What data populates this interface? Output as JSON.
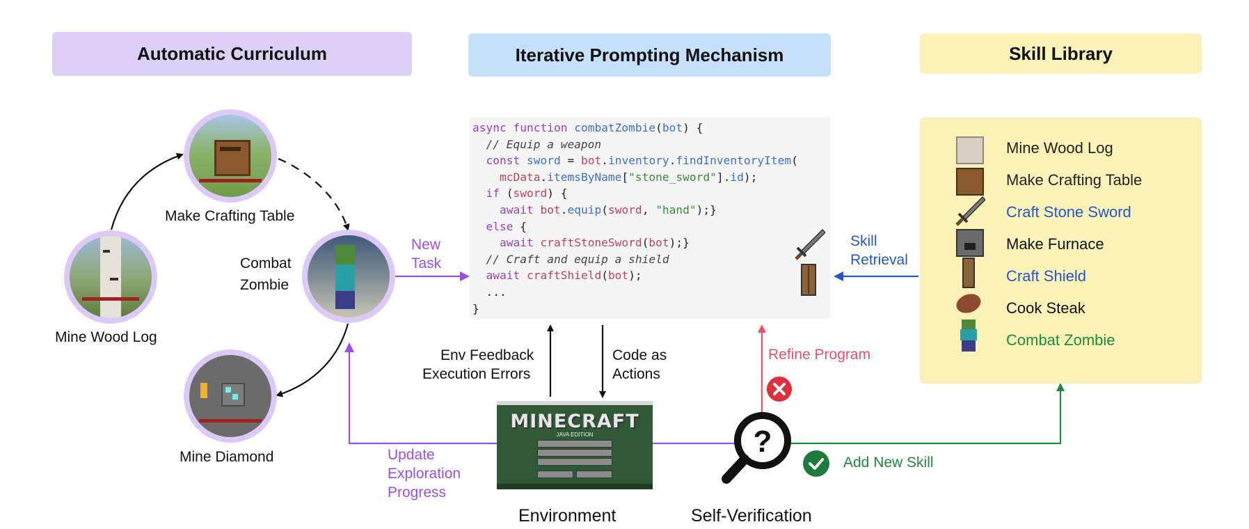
{
  "headers": {
    "curriculum": "Automatic Curriculum",
    "prompting": "Iterative Prompting Mechanism",
    "library": "Skill Library"
  },
  "colors": {
    "curriculum_bg": "#ddd0f7",
    "prompting_bg": "#c4e0fa",
    "library_bg": "#fbf2b8",
    "purple_arrow": "#9b4dea",
    "blue_text": "#2457c9",
    "red_text": "#e8506a",
    "green_text": "#1e8a3c"
  },
  "curriculum": {
    "mine_wood_log": "Mine Wood Log",
    "make_crafting_table": "Make Crafting Table",
    "combat_zombie_line1": "Combat",
    "combat_zombie_line2": "Zombie",
    "mine_diamond": "Mine Diamond"
  },
  "code_lines": [
    "async function combatZombie(bot) {",
    "  // Equip a weapon",
    "  const sword = bot.inventory.findInventoryItem(",
    "    mcData.itemsByName[\"stone_sword\"].id);",
    "  if (sword) {",
    "    await bot.equip(sword, \"hand\");}",
    "  else {",
    "    await craftStoneSword(bot);}",
    "  // Craft and equip a shield",
    "  await craftShield(bot);",
    "  ...",
    "}"
  ],
  "labels": {
    "new_task_line1": "New",
    "new_task_line2": "Task",
    "skill_retrieval_line1": "Skill",
    "skill_retrieval_line2": "Retrieval",
    "env_feedback_line1": "Env Feedback",
    "env_feedback_line2": "Execution Errors",
    "code_as_actions_line1": "Code as",
    "code_as_actions_line2": "Actions",
    "refine_program": "Refine Program",
    "update_line1": "Update",
    "update_line2": "Exploration",
    "update_line3": "Progress",
    "add_new_skill": "Add New Skill",
    "environment": "Environment",
    "self_verification": "Self-Verification"
  },
  "minecraft_screen": {
    "logo": "MINECRAFT",
    "edition": "JAVA EDITION"
  },
  "skill_library": [
    {
      "label": "Mine Wood  Log",
      "color": "#222222",
      "icon": "birch-log-icon"
    },
    {
      "label": "Make Crafting Table",
      "color": "#222222",
      "icon": "crafting-table-icon"
    },
    {
      "label": "Craft Stone Sword",
      "color": "#2457c9",
      "icon": "stone-sword-icon"
    },
    {
      "label": "Make Furnace",
      "color": "#111111",
      "icon": "furnace-icon"
    },
    {
      "label": "Craft Shield",
      "color": "#2457c9",
      "icon": "shield-icon"
    },
    {
      "label": "Cook Steak",
      "color": "#111111",
      "icon": "steak-icon"
    },
    {
      "label": "Combat Zombie",
      "color": "#1e8a3c",
      "icon": "zombie-icon"
    }
  ]
}
